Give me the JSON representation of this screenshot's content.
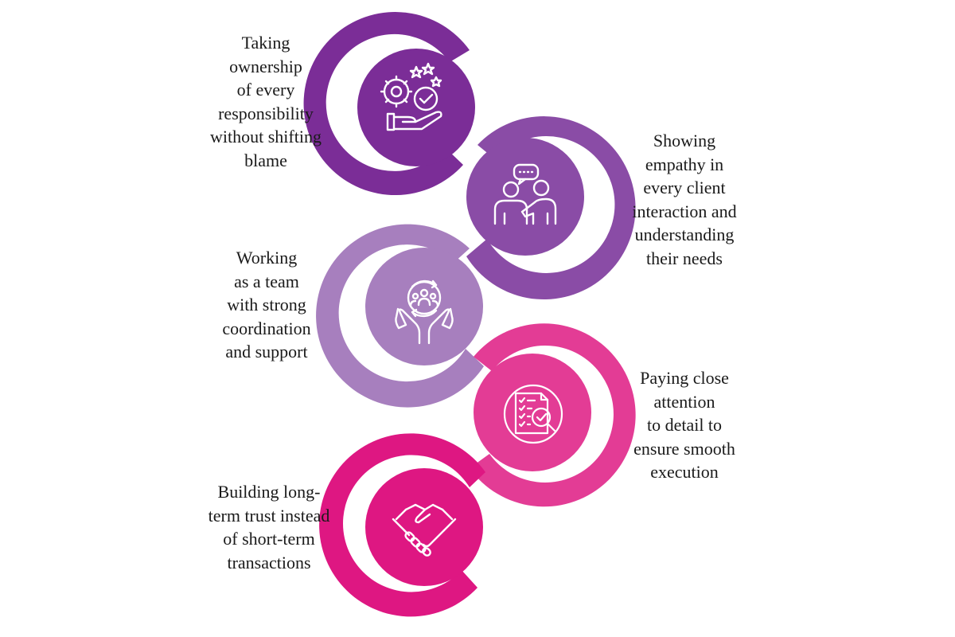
{
  "steps": [
    {
      "icon": "gear-hand-check-icon",
      "color": "#7B2D97",
      "side": "left",
      "lines": [
        "Taking",
        "ownership",
        "of every",
        "responsibility",
        "without shifting",
        "blame"
      ]
    },
    {
      "icon": "people-conversation-icon",
      "color": "#8A4CA6",
      "side": "right",
      "lines": [
        "Showing",
        "empathy in",
        "every client",
        "interaction and",
        "understanding",
        "their needs"
      ]
    },
    {
      "icon": "team-hands-support-icon",
      "color": "#A77FBE",
      "side": "left",
      "lines": [
        "Working",
        "as a team",
        "with strong",
        "coordination",
        "and support"
      ]
    },
    {
      "icon": "checklist-magnifier-icon",
      "color": "#E33C95",
      "side": "right",
      "lines": [
        "Paying close",
        "attention",
        "to detail to",
        "ensure smooth",
        "execution"
      ]
    },
    {
      "icon": "handshake-icon",
      "color": "#DE1782",
      "side": "left",
      "lines": [
        "Building long-",
        "term trust instead",
        "of short-term",
        "transactions"
      ]
    }
  ]
}
